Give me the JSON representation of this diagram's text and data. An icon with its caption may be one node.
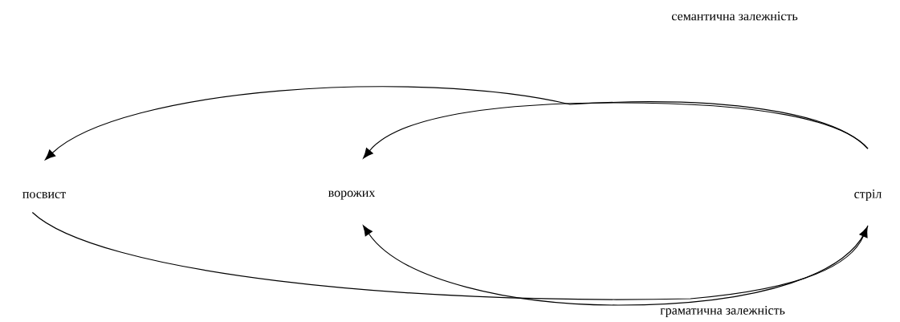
{
  "diagram": {
    "nodes": [
      {
        "text": [
          "посвист"
        ]
      },
      {
        "text": [
          "ворожих"
        ]
      },
      {
        "text": [
          "стріл"
        ]
      }
    ],
    "edges": [
      {
        "from": 2,
        "to": 0,
        "arrow": "to"
      },
      {
        "from": 2,
        "to": 1,
        "arrow": "to"
      },
      {
        "from": 0,
        "to": 2,
        "arrow": "to"
      },
      {
        "from": 2,
        "to": 1,
        "arrow": "to"
      }
    ],
    "labels": [
      "семантична залежність",
      "граматична залежність"
    ]
  }
}
